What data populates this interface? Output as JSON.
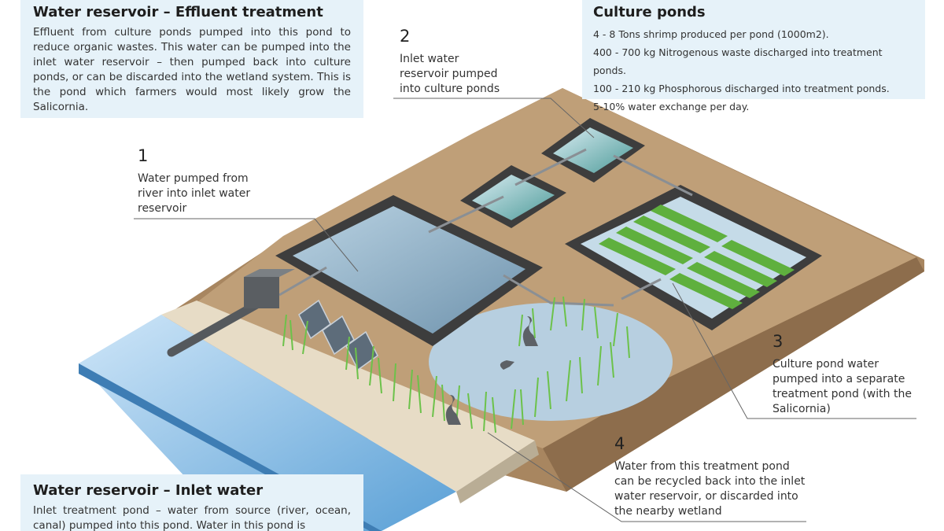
{
  "effluent_box": {
    "title": "Water reservoir – Effluent treatment",
    "text": "Effluent from culture ponds pumped into this pond to reduce organic wastes. This water can be pumped into the inlet water reservoir – then pumped back into culture ponds, or can be discarded into the wetland system. This is the pond which farmers would most likely grow the Salicornia."
  },
  "culture_box": {
    "title": "Culture ponds",
    "items": [
      "4 - 8 Tons shrimp produced per pond (1000m2).",
      "400 - 700 kg Nitrogenous waste discharged into treatment ponds.",
      "100 - 210 kg Phosphorous discharged into treatment ponds.",
      "5-10% water exchange per day."
    ]
  },
  "inlet_box": {
    "title": "Water reservoir – Inlet water",
    "text": "Inlet treatment pond – water from source (river, ocean, canal) pumped into this pond. Water in this pond is"
  },
  "steps": [
    {
      "num": "1",
      "text": "Water pumped from river into inlet water reservoir"
    },
    {
      "num": "2",
      "text": "Inlet water reservoir pumped into culture ponds"
    },
    {
      "num": "3",
      "text": "Culture pond water pumped into a separate treatment pond (with the Salicornia)"
    },
    {
      "num": "4",
      "text": "Water from this treatment pond can be recycled back into the inlet water reservoir, or discarded into the nearby wetland"
    }
  ],
  "colors": {
    "info_box_bg": "#e6f2f9",
    "earth": "#a88660",
    "earth_light": "#c8a87f",
    "pond_liner": "#3d3d3d",
    "water": "#8cb0c8",
    "river": "#5a9fd4",
    "reeds": "#6cc24a",
    "wetland_water": "#b7cfe0"
  }
}
